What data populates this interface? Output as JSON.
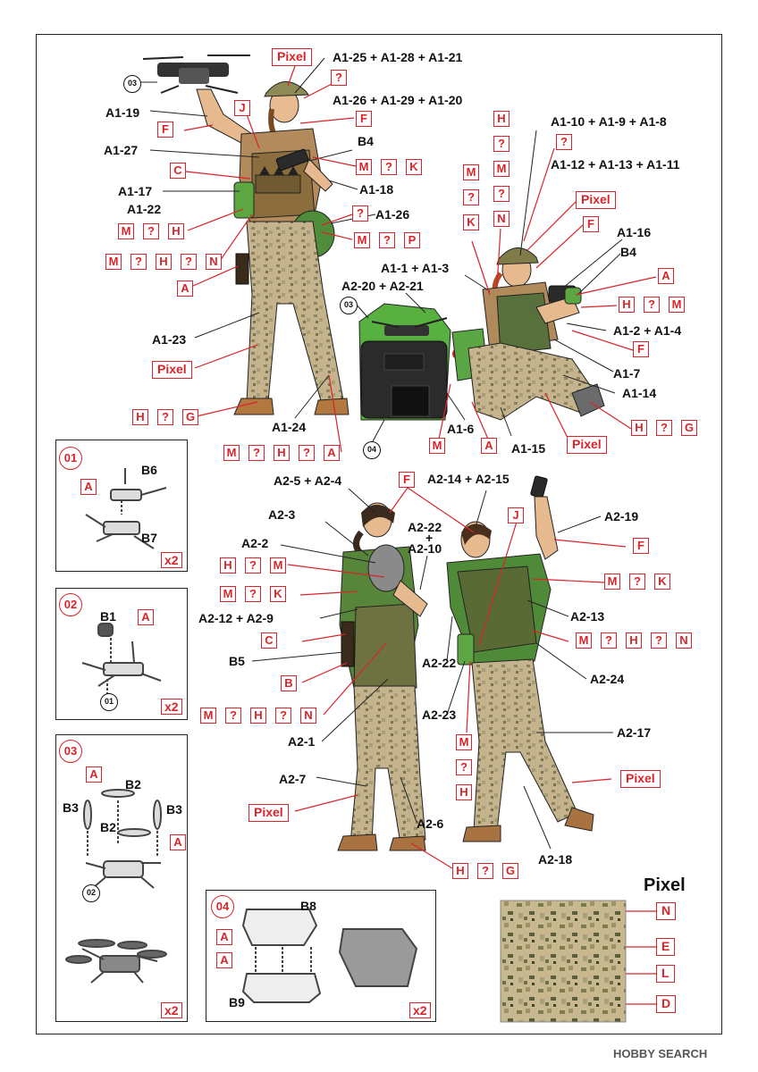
{
  "labels": {
    "a1_25": "A1-25 + A1-28 + A1-21",
    "a1_26": "A1-26 + A1-29 + A1-20",
    "a1_19": "A1-19",
    "a1_27": "A1-27",
    "b4a": "B4",
    "a1_17": "A1-17",
    "a1_18": "A1-18",
    "a1_22": "A1-22",
    "a1_26b": "A1-26",
    "a1_23": "A1-23",
    "a1_24": "A1-24",
    "a1_10": "A1-10 + A1-9 + A1-8",
    "a1_12": "A1-12 + A1-13 + A1-11",
    "a1_16": "A1-16",
    "b4b": "B4",
    "a1_1": "A1-1 + A1-3",
    "a2_20": "A2-20 + A2-21",
    "a1_2": "A1-2 + A1-4",
    "a1_7": "A1-7",
    "a1_14": "A1-14",
    "a1_6": "A1-6",
    "a1_15": "A1-15",
    "a2_5": "A2-5 + A2-4",
    "a2_14": "A2-14 + A2-15",
    "a2_3": "A2-3",
    "a2_22": "A2-22",
    "plus": "+",
    "a2_10": "A2-10",
    "a2_19": "A2-19",
    "a2_2": "A2-2",
    "a2_12": "A2-12 + A2-9",
    "a2_13": "A2-13",
    "b5": "B5",
    "a2_22b": "A2-22",
    "a2_24": "A2-24",
    "a2_23": "A2-23",
    "a2_1": "A2-1",
    "a2_17": "A2-17",
    "a2_7": "A2-7",
    "a2_6": "A2-6",
    "a2_18": "A2-18",
    "b6": "B6",
    "b7": "B7",
    "b1": "B1",
    "b2": "B2",
    "b3l": "B3",
    "b2b": "B2",
    "b3r": "B3",
    "b8": "B8",
    "b9": "B9"
  },
  "codes": {
    "pixel": "Pixel",
    "q": "?",
    "F": "F",
    "J": "J",
    "C": "C",
    "M": "M",
    "K": "K",
    "H": "H",
    "N": "N",
    "P": "P",
    "A": "A",
    "G": "G",
    "B": "B",
    "E": "E",
    "L": "L",
    "D": "D"
  },
  "steps": {
    "s1": "01",
    "s2": "02",
    "s3": "03",
    "s4": "04"
  },
  "rings": {
    "r03": "03",
    "r04": "04",
    "r01": "01",
    "r02": "02"
  },
  "multiplier": "x2",
  "pixel_title": "Pixel",
  "watermark": "HOBBY SEARCH",
  "colors": {
    "callout": "#d8242a",
    "khaki": "#c9b48a",
    "olive": "#6f8a4a",
    "green": "#5aa544"
  }
}
